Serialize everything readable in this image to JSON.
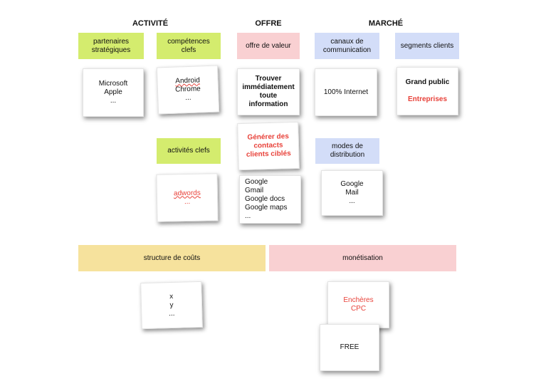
{
  "titles": {
    "activite": "ACTIVITÉ",
    "offre": "OFFRE",
    "marche": "MARCHÉ"
  },
  "headers": {
    "partenaires": "partenaires stratégiques",
    "competences": "compétences clefs",
    "offre_valeur": "offre de valeur",
    "canaux": "canaux de communication",
    "segments": "segments clients",
    "activites": "activités clefs",
    "modes": "modes de distribution",
    "couts": "structure de coûts",
    "monetisation": "monétisation"
  },
  "notes": {
    "partenaires": [
      "Microsoft",
      "Apple",
      "..."
    ],
    "competences": [
      "Android",
      "Chrome",
      "..."
    ],
    "offre_valeur": [
      "Trouver",
      "immédiatement",
      "toute",
      "information"
    ],
    "generer": [
      "Générer des",
      "contacts",
      "clients ciblés"
    ],
    "canaux": "100% Internet",
    "segments": [
      "Grand public",
      "Entreprises"
    ],
    "activites": [
      "adwords",
      "..."
    ],
    "produits": [
      "Google",
      "Gmail",
      "Google docs",
      "Google maps",
      "..."
    ],
    "distribution": [
      "Google",
      "Mail",
      "..."
    ],
    "couts": [
      "x",
      "y",
      "..."
    ],
    "encheres": [
      "Enchères",
      "CPC"
    ],
    "free": "FREE"
  },
  "colors": {
    "green": "#d4ec6e",
    "pink": "#f9d0d2",
    "blue": "#d3ddf8",
    "yellow": "#f6e29d",
    "red_text": "#e8423a"
  }
}
